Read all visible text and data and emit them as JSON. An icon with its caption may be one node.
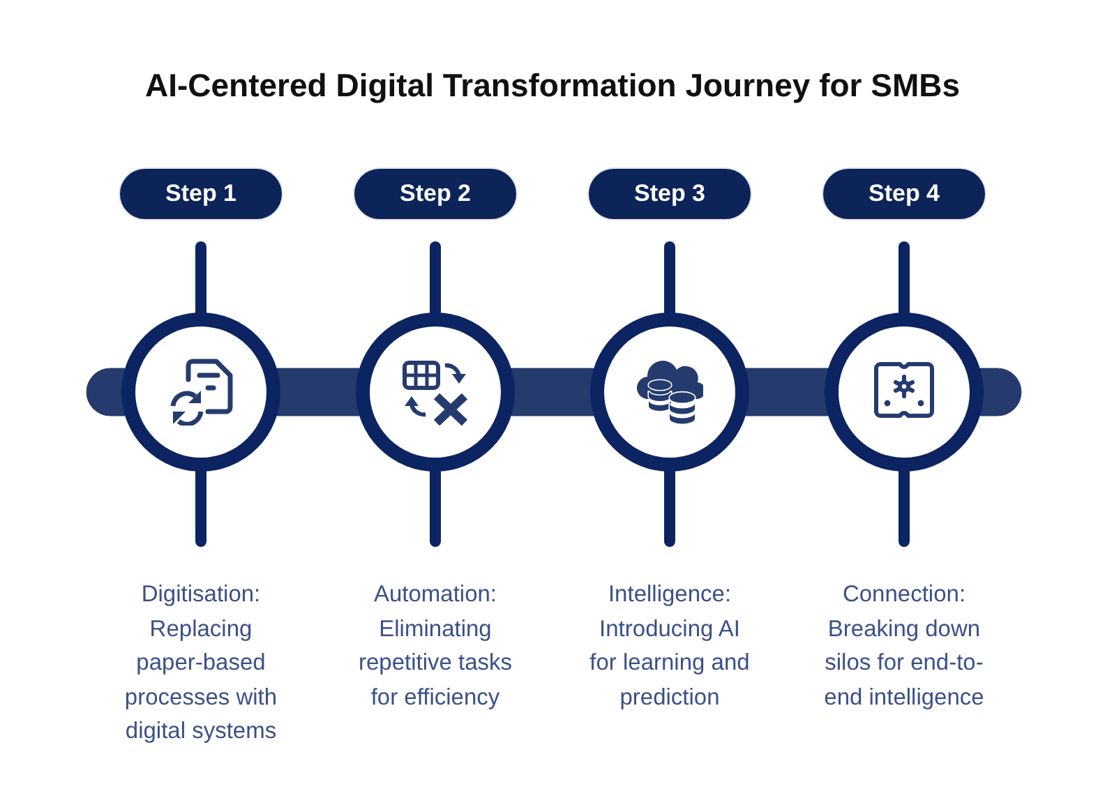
{
  "diagram": {
    "title": "AI-Centered Digital Transformation Journey for SMBs",
    "nodes": [
      {
        "text": [
          "Step 1"
        ]
      },
      {
        "text": [
          "Step 2"
        ]
      },
      {
        "text": [
          "Step 3"
        ]
      },
      {
        "text": [
          "Step 4"
        ]
      },
      {
        "text": [],
        "shape": "circle"
      },
      {
        "text": [],
        "shape": "circle"
      },
      {
        "text": [],
        "shape": "circle"
      },
      {
        "text": [],
        "shape": "circle"
      },
      {
        "text": [
          "Digitisation: Replacing paper-based processes with digital systems"
        ]
      },
      {
        "text": [
          "Automation: Eliminating repetitive tasks for efficiency"
        ]
      },
      {
        "text": [
          "Intelligence: Introducing AI for learning and prediction"
        ]
      },
      {
        "text": [
          "Connection: Breaking down silos for end-to-end intelligence"
        ]
      }
    ],
    "edges": [
      {
        "from": 0,
        "to": 4,
        "arrow": "none"
      },
      {
        "from": 4,
        "to": 8,
        "arrow": "none"
      },
      {
        "from": 1,
        "to": 5,
        "arrow": "none"
      },
      {
        "from": 5,
        "to": 9,
        "arrow": "none"
      },
      {
        "from": 2,
        "to": 6,
        "arrow": "none"
      },
      {
        "from": 6,
        "to": 10,
        "arrow": "none"
      },
      {
        "from": 3,
        "to": 7,
        "arrow": "none"
      },
      {
        "from": 7,
        "to": 11,
        "arrow": "none"
      },
      {
        "from": null,
        "to": 4,
        "arrow": "none",
        "style": "thick",
        "color": "#253b6e"
      },
      {
        "from": 4,
        "to": 5,
        "arrow": "none",
        "style": "thick",
        "color": "#253b6e"
      },
      {
        "from": 5,
        "to": 6,
        "arrow": "none",
        "style": "thick",
        "color": "#253b6e"
      },
      {
        "from": 6,
        "to": 7,
        "arrow": "none",
        "style": "thick",
        "color": "#253b6e"
      },
      {
        "from": 7,
        "to": null,
        "arrow": "none",
        "style": "thick",
        "color": "#253b6e"
      }
    ]
  }
}
